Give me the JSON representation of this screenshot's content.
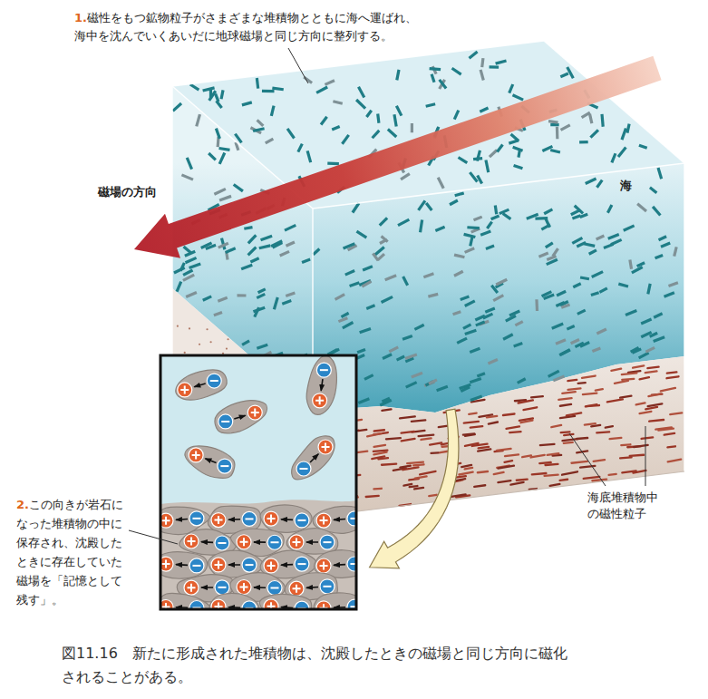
{
  "diagram": {
    "caption": "図11.16　新たに形成された堆積物は、沈殿したときの磁場と同じ方向に磁化されることがある。",
    "labels": [
      "1.",
      "磁性をもつ鉱物粒子がさまざまな堆積物とともに海へ運ばれ、海中を沈んでいくあいだに地球磁場と同じ方向に整列する。",
      "磁場の方向",
      "海",
      "海底堆積物中の磁性粒子",
      "2.",
      "この向きが岩石になった堆積物の中に保存され、沈殿したときに存在していた磁場を「記憶として残す」。"
    ]
  }
}
